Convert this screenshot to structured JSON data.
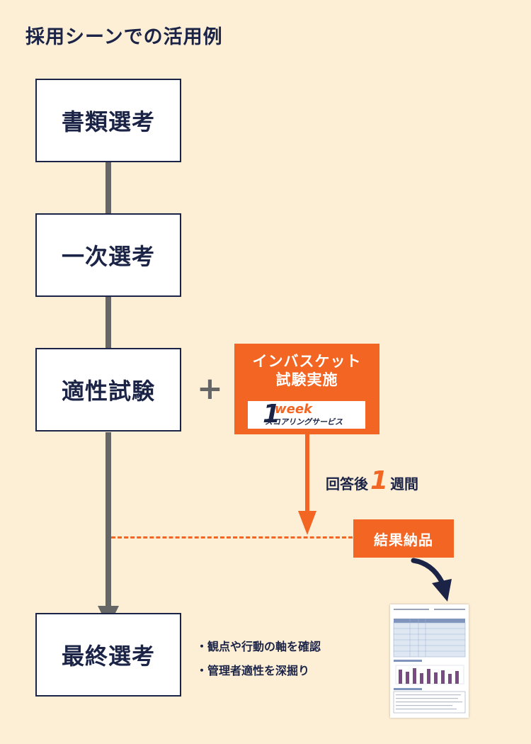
{
  "title": "採用シーンでの活用例",
  "steps": {
    "document": "書類選考",
    "first": "一次選考",
    "aptitude": "適性試験",
    "final": "最終選考"
  },
  "plus": "+",
  "inbasket": {
    "line1": "インバスケット",
    "line2": "試験実施",
    "logo": {
      "number": "1",
      "word": "week",
      "service": "スコアリングサービス"
    }
  },
  "turnaround": {
    "prefix": "回答後",
    "number": "1",
    "suffix": "週間"
  },
  "result": "結果納品",
  "bullets": [
    "・観点や行動の軸を確認",
    "・管理者適性を深掘り"
  ],
  "colors": {
    "background": "#fdefd6",
    "navy": "#1b2447",
    "orange": "#f26522",
    "gray": "#666666"
  }
}
